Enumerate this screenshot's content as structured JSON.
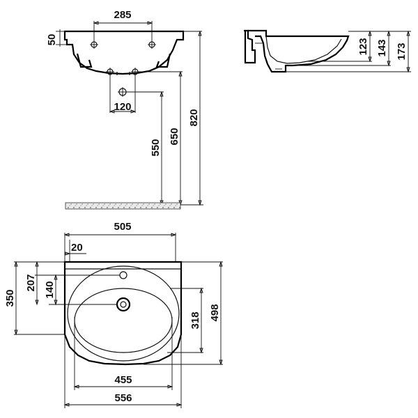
{
  "drawing_type": "technical-dimension-drawing",
  "subject": "washbasin",
  "units": "mm",
  "dimensions": {
    "front": {
      "tap_hole_spacing": "285",
      "rim_thickness": "50",
      "drain_spacing": "120",
      "drain_height": "550",
      "rim_height_lower": "650",
      "rim_height_total": "820"
    },
    "side": {
      "depth_inner": "123",
      "depth_mid": "143",
      "depth_total": "173"
    },
    "top": {
      "width_top": "505",
      "wall_offset": "20",
      "tap_from_wall": "140",
      "tap_depth": "207",
      "basin_length": "350",
      "bowl_width": "455",
      "overall_width": "556",
      "bowl_depth": "318",
      "overall_depth": "498"
    }
  }
}
